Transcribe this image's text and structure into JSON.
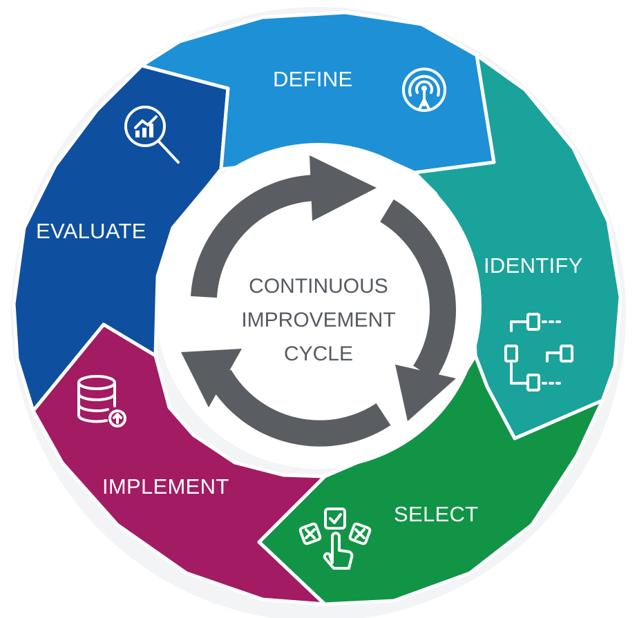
{
  "diagram": {
    "center": {
      "lines": [
        "CONTINUOUS",
        "IMPROVEMENT",
        "CYCLE"
      ]
    },
    "segments": [
      {
        "key": "define",
        "label": "DEFINE",
        "color": "#1e90d6",
        "icon": "target-signal-icon"
      },
      {
        "key": "identify",
        "label": "IDENTIFY",
        "color": "#1aa39a",
        "icon": "flowchart-icon"
      },
      {
        "key": "select",
        "label": "SELECT",
        "color": "#129447",
        "icon": "choice-checkmark-hand-icon"
      },
      {
        "key": "implement",
        "label": "IMPLEMENT",
        "color": "#a21b63",
        "icon": "database-upload-icon"
      },
      {
        "key": "evaluate",
        "label": "EVALUATE",
        "color": "#0f4f9f",
        "icon": "magnifier-chart-icon"
      }
    ],
    "colors": {
      "arrows": "#5a5d62",
      "center_bg": "#ffffff",
      "divider": "#ffffff"
    }
  }
}
